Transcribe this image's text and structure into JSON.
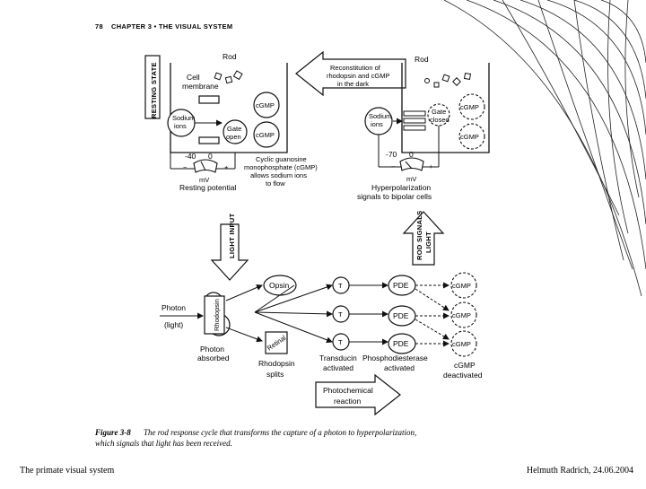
{
  "header": {
    "page": "78",
    "chapter": "CHAPTER 3 • THE VISUAL SYSTEM"
  },
  "resting": {
    "side_label": "RESTING STATE",
    "rod": "Rod",
    "cell_membrane": [
      "Cell",
      "membrane"
    ],
    "sodium": [
      "Sodium",
      "ions"
    ],
    "gate": [
      "Gate",
      "open"
    ],
    "cgmp": "cGMP",
    "meter": {
      "neg": "-40",
      "zero": "0",
      "minus": "−",
      "plus": "+",
      "unit": "mV",
      "caption": "Resting potential"
    },
    "note": [
      "Cyclic guanosine",
      "monophosphate (cGMP)",
      "allows sodium ions",
      "to flow"
    ]
  },
  "reconstitution": [
    "Reconstitution of",
    "rhodopsin and cGMP",
    "in the dark"
  ],
  "hyper": {
    "rod": "Rod",
    "sodium": [
      "Sodium",
      "ions"
    ],
    "gate": [
      "Gate",
      "closed"
    ],
    "cgmp": "cGMP",
    "meter": {
      "neg": "-70",
      "zero": "0",
      "minus": "−",
      "plus": "+",
      "unit": "mV"
    },
    "caption": [
      "Hyperpolarization",
      "signals to bipolar cells"
    ]
  },
  "light_input": "LIGHT INPUT",
  "rod_signals": [
    "ROD SIGNALS",
    "LIGHT"
  ],
  "cascade": {
    "photon": "Photon",
    "light": "(light)",
    "rhodopsin": "Rhodopsin",
    "photon_absorbed": [
      "Photon",
      "absorbed"
    ],
    "opsin": "Opsin",
    "retinal": "Retinal",
    "rhodopsin_splits": [
      "Rhodopsin",
      "splits"
    ],
    "t": "T",
    "pde": "PDE",
    "cgmp": "cGMP",
    "transducin": [
      "Transducin",
      "activated"
    ],
    "phosphodiesterase": [
      "Phosphodiesterase",
      "activated"
    ],
    "cgmp_deactivated": [
      "cGMP",
      "deactivated"
    ],
    "photochemical": [
      "Photochemical",
      "reaction"
    ]
  },
  "caption": {
    "figure": "Figure 3-8",
    "line1": "The rod response cycle that transforms the capture of a photon to hyperpolarization,",
    "line2": "which signals that light has been received."
  },
  "footer": {
    "left": "The primate visual system",
    "right": "Helmuth Radrich, 24.06.2004"
  }
}
